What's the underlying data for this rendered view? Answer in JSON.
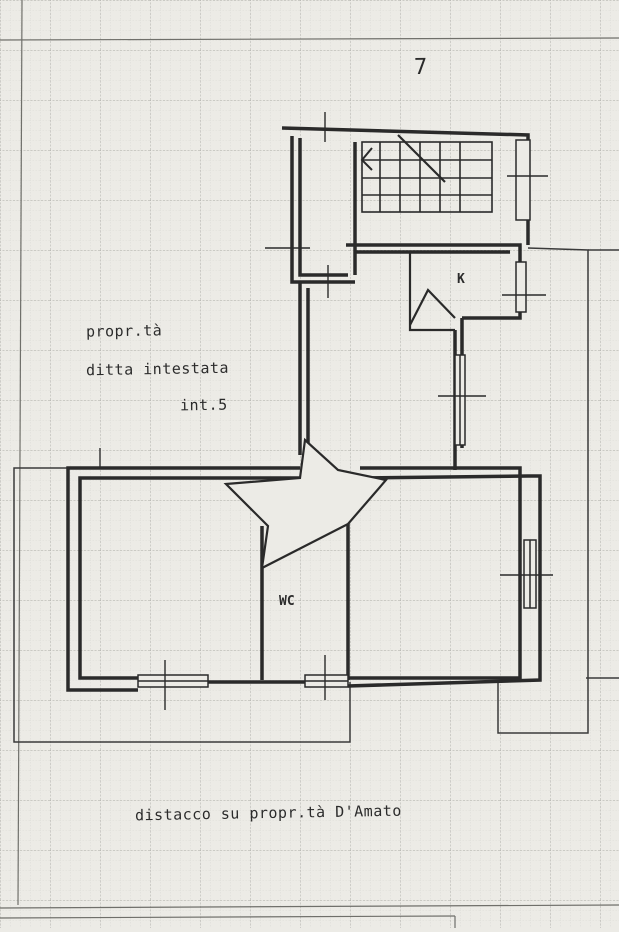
{
  "annotations": {
    "sheet_mark": "7",
    "owner_line_1": "propr.tà",
    "owner_line_2": "ditta intestata",
    "owner_line_3": "int.5",
    "bottom_note": "distacco su propr.tà D'Amato"
  },
  "rooms": {
    "kitchen": "K",
    "wc": "WC"
  },
  "colors": {
    "paper": "#ecebe6",
    "grid": "#b9b9b4",
    "wall": "#2a2a2a",
    "ink": "#2b2b2b"
  }
}
